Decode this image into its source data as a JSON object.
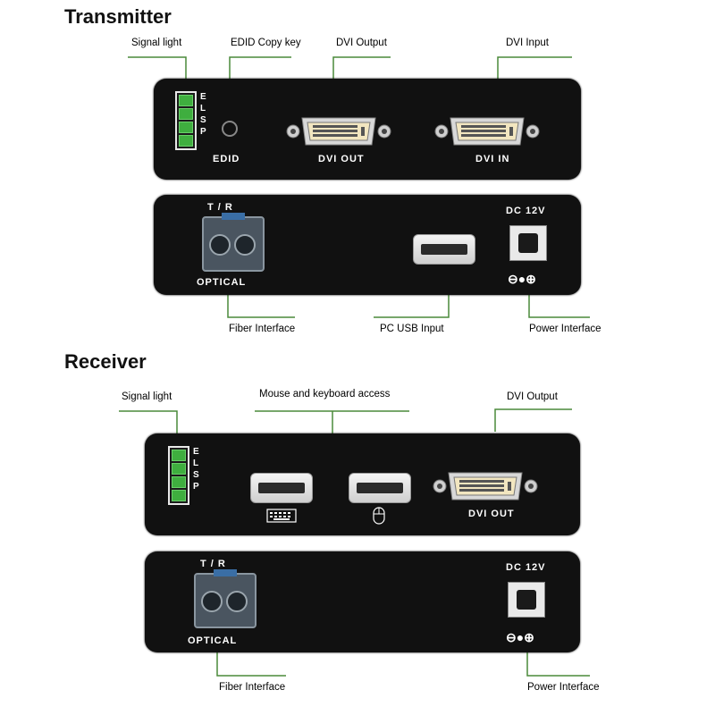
{
  "transmitter": {
    "title": "Transmitter",
    "callouts": {
      "signal_light": "Signal light",
      "edid_copy_key": "EDID Copy  key",
      "dvi_output": "DVI Output",
      "dvi_input": "DVI Input",
      "fiber_interface": "Fiber Interface",
      "pc_usb_input": "PC USB Input",
      "power_interface": "Power Interface"
    },
    "front_panel": {
      "led_letters": [
        "E",
        "L",
        "S",
        "P"
      ],
      "edid_label": "EDID",
      "dvi_out_label": "DVI OUT",
      "dvi_in_label": "DVI IN"
    },
    "rear_panel": {
      "tr_label": "T / R",
      "optical_label": "OPTICAL",
      "dc_label": "DC 12V",
      "polarity": "⊖●⊕"
    }
  },
  "receiver": {
    "title": "Receiver",
    "callouts": {
      "signal_light": "Signal light",
      "mouse_keyboard_access": "Mouse and keyboard access",
      "dvi_output": "DVI Output",
      "fiber_interface": "Fiber Interface",
      "power_interface": "Power Interface"
    },
    "front_panel": {
      "led_letters": [
        "E",
        "L",
        "S",
        "P"
      ],
      "dvi_out_label": "DVI OUT"
    },
    "rear_panel": {
      "tr_label": "T / R",
      "optical_label": "OPTICAL",
      "dc_label": "DC 12V",
      "polarity": "⊖●⊕"
    }
  },
  "colors": {
    "panel": "#111111",
    "led_green": "#3fae3f",
    "callout_line": "#4a8a3a"
  }
}
